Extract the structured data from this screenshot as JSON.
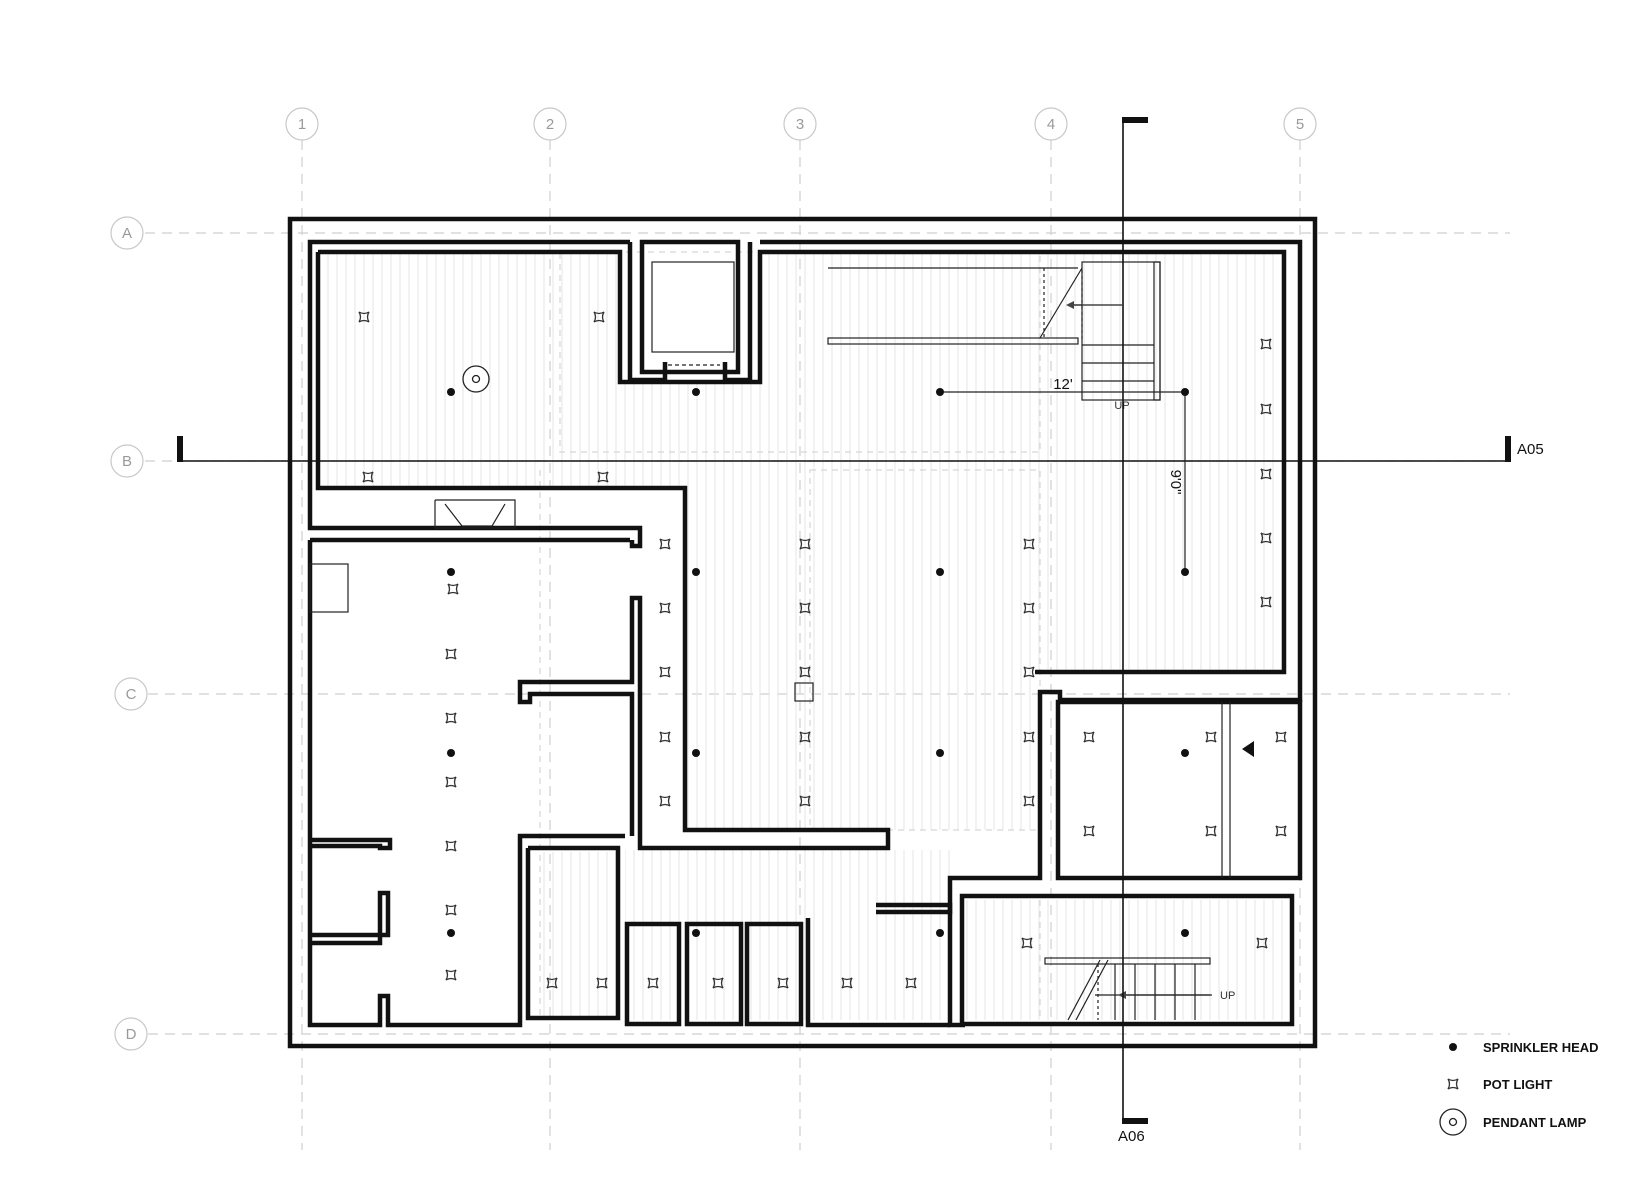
{
  "grid": {
    "columns": [
      "1",
      "2",
      "3",
      "4",
      "5"
    ],
    "rows": [
      "A",
      "B",
      "C",
      "D"
    ]
  },
  "section_marks": {
    "horizontal": "A05",
    "vertical": "A06"
  },
  "dimensions": {
    "horizontal": "12'",
    "vertical": "9'0\""
  },
  "stairs": {
    "upper_label": "UP",
    "lower_label": "UP"
  },
  "legend": {
    "sprinkler": "SPRINKLER HEAD",
    "pot_light": "POT LIGHT",
    "pendant": "PENDANT LAMP"
  },
  "colors": {
    "wall": "#111111",
    "grid": "#cfcfcf",
    "hatch": "#e6e6e6"
  }
}
